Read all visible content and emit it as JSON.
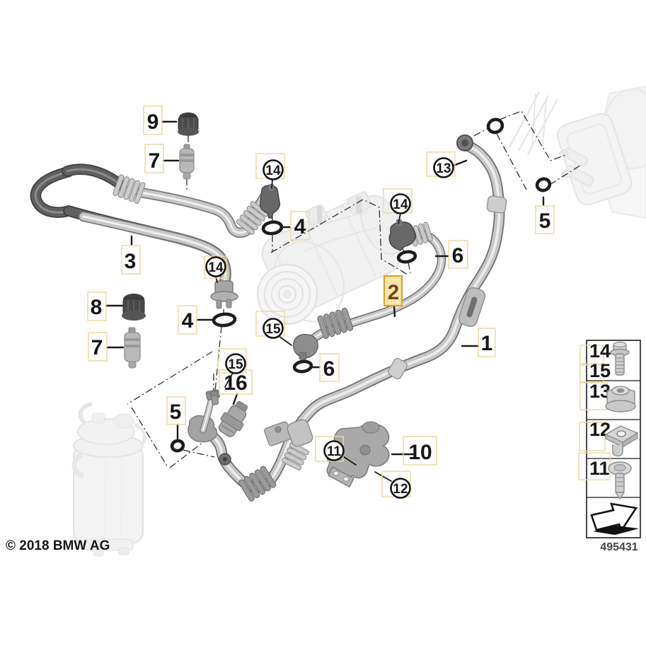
{
  "copyright": "© 2018 BMW AG",
  "drawing_number": "495431",
  "callouts": {
    "1": "1",
    "2": "2",
    "3": "3",
    "4": "4",
    "5": "5",
    "6": "6",
    "7": "7",
    "8": "8",
    "9": "9",
    "10": "10",
    "11": "11",
    "12": "12",
    "13": "13",
    "14": "14",
    "15": "15",
    "16": "16"
  },
  "highlighted_callout": "2",
  "legend": {
    "rows": [
      {
        "labels": [
          "14",
          "15"
        ],
        "icon": "flange-bolt"
      },
      {
        "labels": [
          "13"
        ],
        "icon": "flange-nut"
      },
      {
        "labels": [
          "12"
        ],
        "icon": "cage-nut"
      },
      {
        "labels": [
          "11"
        ],
        "icon": "washer-screw"
      },
      {
        "labels": [],
        "icon": "direction-arrow"
      }
    ]
  },
  "colors": {
    "highlight_fill": "#f6e7ae",
    "highlight_border": "#dfa321",
    "highlight_text": "#7a4413",
    "callout_box_border": "#ead7a4"
  }
}
